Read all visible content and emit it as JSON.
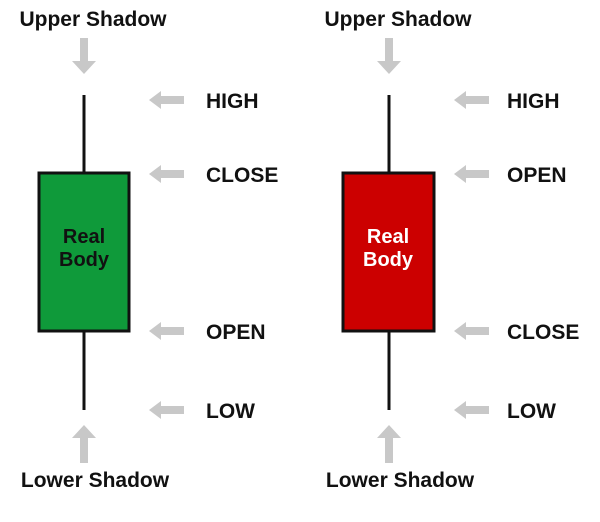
{
  "colors": {
    "bullish_body": "#0f9a3a",
    "bearish_body": "#cc0000",
    "outline": "#111111",
    "arrow": "#c8c8c8",
    "bullish_text": "#111111",
    "bearish_text": "#ffffff"
  },
  "bullish": {
    "upper_shadow_label": "Upper Shadow",
    "lower_shadow_label": "Lower Shadow",
    "body_label_line1": "Real",
    "body_label_line2": "Body",
    "high_label": "HIGH",
    "top_body_label": "CLOSE",
    "bottom_body_label": "OPEN",
    "low_label": "LOW"
  },
  "bearish": {
    "upper_shadow_label": "Upper Shadow",
    "lower_shadow_label": "Lower Shadow",
    "body_label_line1": "Real",
    "body_label_line2": "Body",
    "high_label": "HIGH",
    "top_body_label": "OPEN",
    "bottom_body_label": "CLOSE",
    "low_label": "LOW"
  }
}
